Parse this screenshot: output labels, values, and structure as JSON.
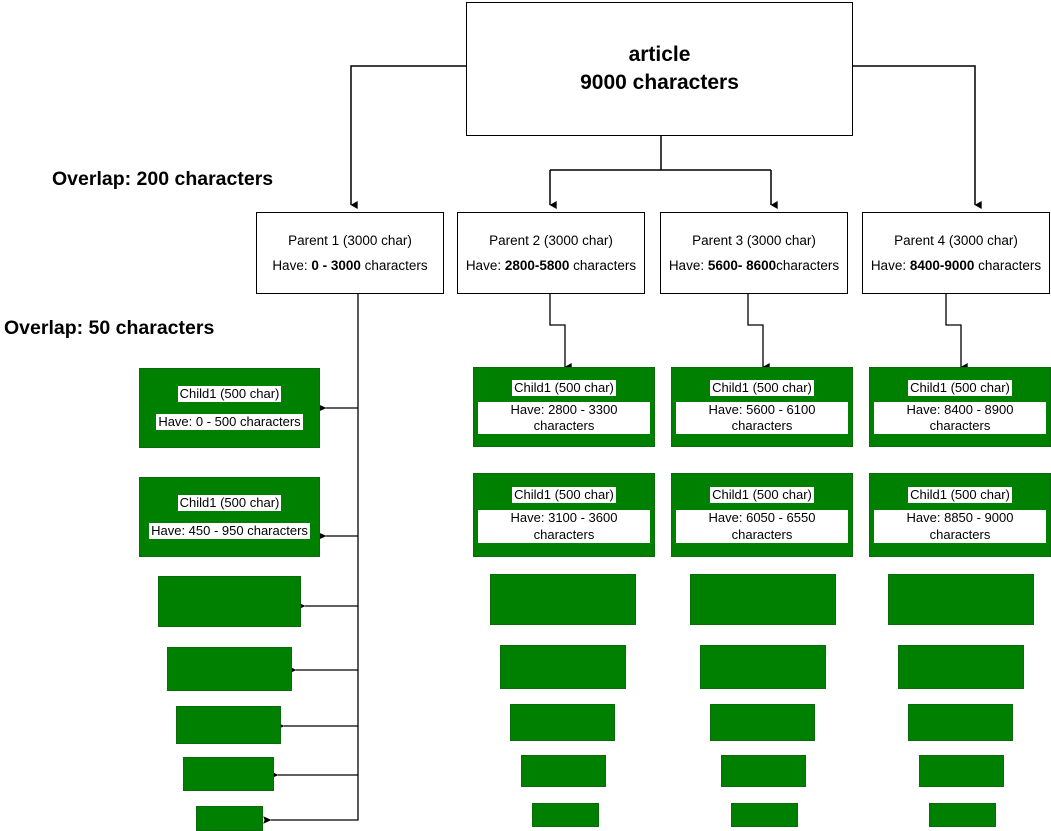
{
  "diagram": {
    "root": {
      "title": "article",
      "subtitle": "9000 characters"
    },
    "annotations": {
      "overlap_parents": "Overlap: 200 characters",
      "overlap_children": "Overlap: 50 characters"
    },
    "colors": {
      "green_fill": "#008000",
      "box_border": "#000000",
      "page_background": "#ffffff",
      "chip_background": "#ffffff"
    },
    "parents": [
      {
        "title": "Parent 1 (3000 char)",
        "have_prefix": "Have: ",
        "have_range": "0 - 3000",
        "have_suffix": " characters"
      },
      {
        "title": "Parent 2 (3000 char)",
        "have_prefix": "Have: ",
        "have_range": "2800-5800",
        "have_suffix": " characters"
      },
      {
        "title": "Parent 3 (3000 char)",
        "have_prefix": "Have: ",
        "have_range": "5600- 8600",
        "have_suffix": "characters"
      },
      {
        "title": "Parent 4 (3000 char)",
        "have_prefix": "Have: ",
        "have_range": "8400-9000",
        "have_suffix": " characters"
      }
    ],
    "columns": [
      {
        "parent_index": 0,
        "labeled_children": [
          {
            "title": "Child1 (500 char)",
            "have": "Have: 0 - 500 characters"
          },
          {
            "title": "Child1 (500 char)",
            "have": "Have: 450 - 950 characters"
          }
        ],
        "unlabeled_children_count": 5
      },
      {
        "parent_index": 1,
        "labeled_children": [
          {
            "title": "Child1 (500 char)",
            "have": "Have: 2800 - 3300 characters"
          },
          {
            "title": "Child1 (500 char)",
            "have": "Have: 3100 - 3600 characters"
          }
        ],
        "unlabeled_children_count": 5
      },
      {
        "parent_index": 2,
        "labeled_children": [
          {
            "title": "Child1 (500 char)",
            "have": "Have: 5600 - 6100 characters"
          },
          {
            "title": "Child1 (500 char)",
            "have": "Have: 6050 - 6550 characters"
          }
        ],
        "unlabeled_children_count": 5
      },
      {
        "parent_index": 3,
        "labeled_children": [
          {
            "title": "Child1 (500 char)",
            "have": "Have: 8400 - 8900 characters"
          },
          {
            "title": "Child1 (500 char)",
            "have": "Have: 8850 - 9000 characters"
          }
        ],
        "unlabeled_children_count": 5
      }
    ]
  }
}
